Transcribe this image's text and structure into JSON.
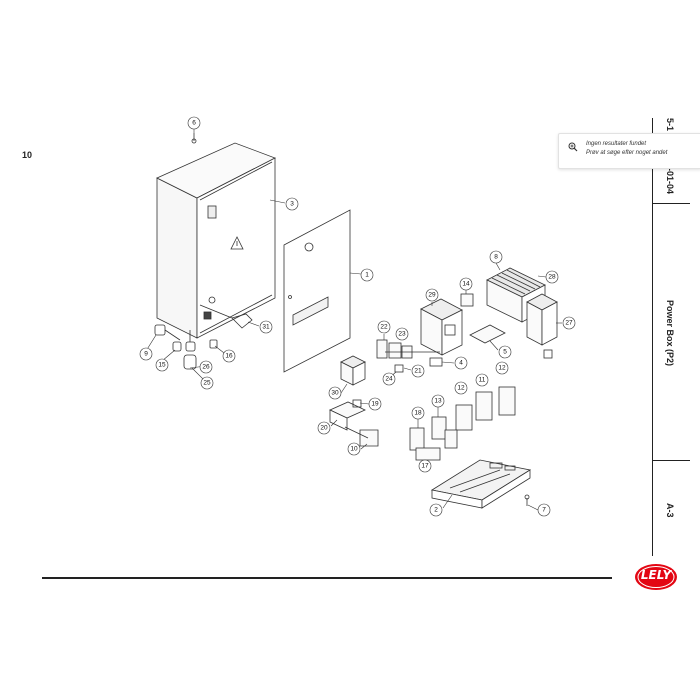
{
  "page": {
    "page_number": "10",
    "section_code_top": "5-1",
    "section_code_mid": "-0-01-04",
    "chapter_title": "Power Box (P2)",
    "figure_id": "A-3"
  },
  "search_tooltip": {
    "line1": "Ingen resultater fundet",
    "line2": "Prøv at søge efter noget andet",
    "icon": "zoom-search-icon"
  },
  "logo": {
    "text": "LELY",
    "color": "#e30613"
  },
  "callouts": [
    "6",
    "3",
    "1",
    "8",
    "28",
    "14",
    "29",
    "27",
    "22",
    "23",
    "5",
    "9",
    "15",
    "26",
    "16",
    "31",
    "25",
    "21",
    "24",
    "4",
    "30",
    "19",
    "12",
    "11",
    "12",
    "13",
    "18",
    "20",
    "10",
    "17",
    "2",
    "7"
  ]
}
